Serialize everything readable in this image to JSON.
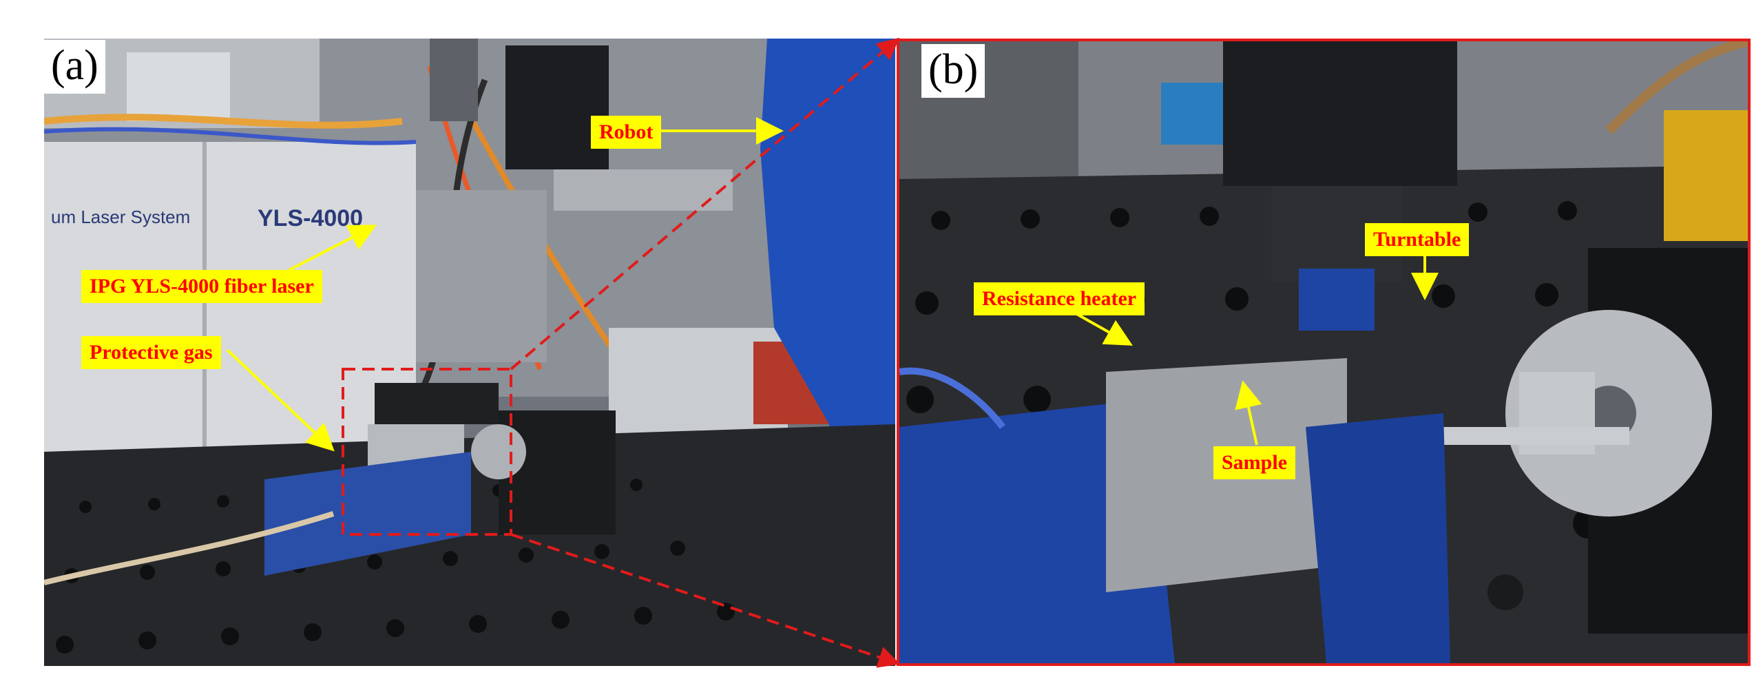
{
  "figure": {
    "panel_a": {
      "letter": "(a)"
    },
    "panel_b": {
      "letter": "(b)"
    },
    "printed_text": {
      "laser_system": "um Laser System",
      "model": "YLS-4000"
    },
    "callouts": {
      "robot": "Robot",
      "fiber_laser": "IPG YLS-4000 fiber laser",
      "protective_gas": "Protective gas",
      "turntable": "Turntable",
      "resistance_heater": "Resistance heater",
      "sample": "Sample"
    },
    "colors": {
      "callout_fill": "#ffff00",
      "callout_text": "#ff0000",
      "arrow": "#ffff00",
      "zoom_frame": "#e11b1b",
      "robot_arm": "#1f4fb8"
    }
  }
}
